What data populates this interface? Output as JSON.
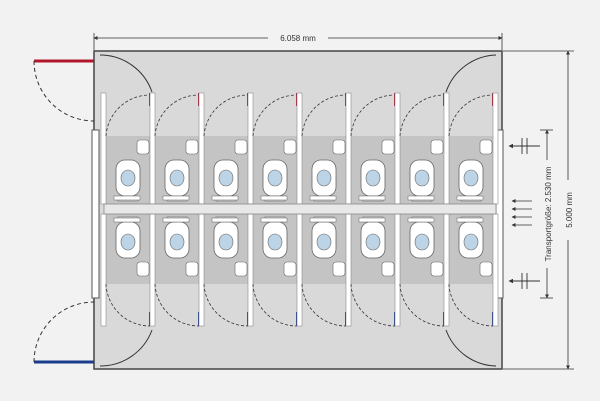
{
  "dimensions": {
    "width_label": "6.058 mm",
    "height_label": "5.000 mm",
    "transport_label": "Transportgröße: 2.530 mm"
  },
  "layout": {
    "cabins_per_row": 8,
    "rows": 2
  },
  "colors": {
    "background": "#f2f2f2",
    "floor": "#d9d9d9",
    "cabin_floor": "#c4c4c4",
    "wall": "#8a8a8a",
    "line": "#333333",
    "door_upper": "#b0182a",
    "door_lower": "#1a3c8c"
  },
  "icons": [
    "toilet-icon",
    "sink-icon",
    "urinal-bar-icon",
    "door-swing-icon",
    "entry-arrow-icon",
    "utility-connection-icon"
  ]
}
